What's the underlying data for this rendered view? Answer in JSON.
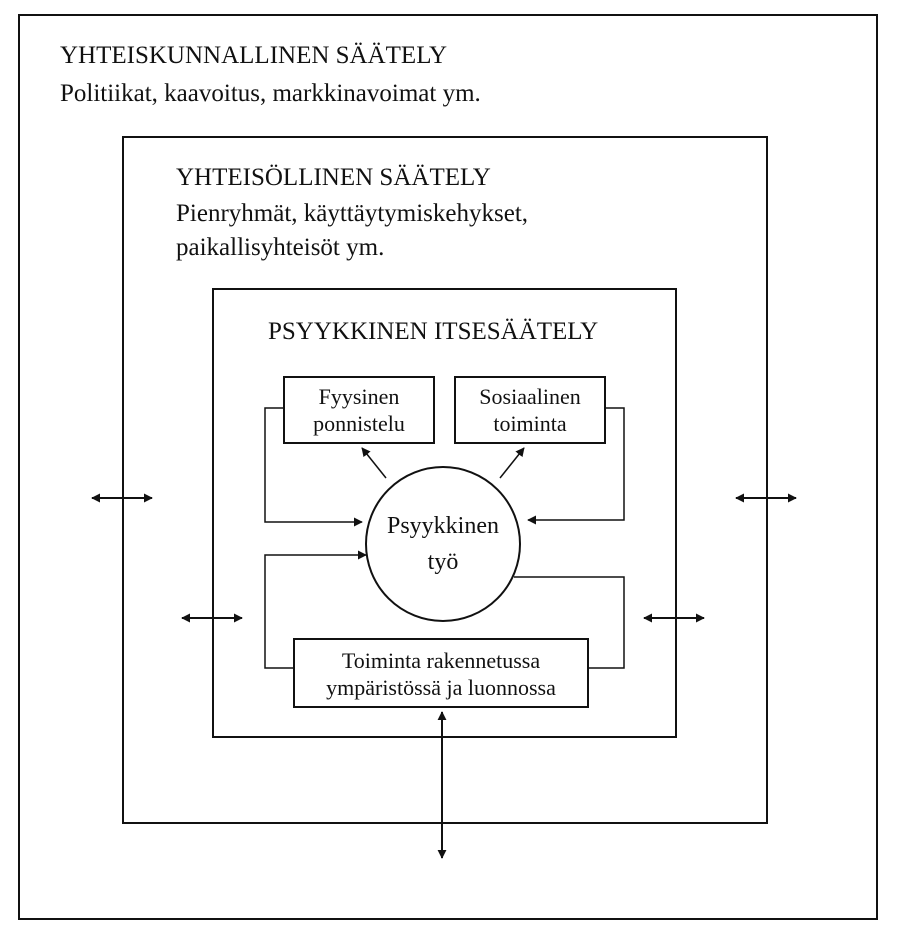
{
  "societal": {
    "title": "YHTEISKUNNALLINEN SÄÄTELY",
    "examples": "Politiikat, kaavoitus, markkinavoimat ym."
  },
  "communal": {
    "title": "YHTEISÖLLINEN SÄÄTELY",
    "examples_line1": "Pienryhmät, käyttäytymiskehykset,",
    "examples_line2": "paikallisyhteisöt ym."
  },
  "psychological": {
    "title": "PSYYKKINEN ITSESÄÄTELY",
    "physical_line1": "Fyysinen",
    "physical_line2": "ponnistelu",
    "social_line1": "Sosiaalinen",
    "social_line2": "toiminta",
    "core_line1": "Psyykkinen",
    "core_line2": "työ",
    "environment_line1": "Toiminta rakennetussa",
    "environment_line2": "ympäristössä ja luonnossa"
  }
}
